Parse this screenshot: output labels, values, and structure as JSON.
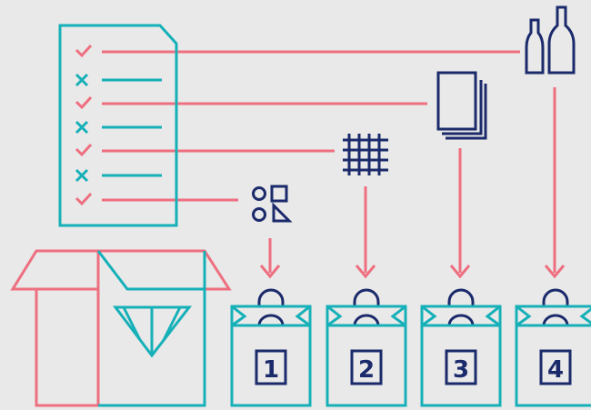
{
  "colors": {
    "background": "#e9e9e9",
    "teal": "#16b0b8",
    "pink": "#ee6f7f",
    "navy": "#1b2a6b"
  },
  "checklist": {
    "items": [
      {
        "status": "check",
        "icon": "check-icon"
      },
      {
        "status": "cross",
        "icon": "cross-icon"
      },
      {
        "status": "check",
        "icon": "check-icon"
      },
      {
        "status": "cross",
        "icon": "cross-icon"
      },
      {
        "status": "check",
        "icon": "check-icon"
      },
      {
        "status": "cross",
        "icon": "cross-icon"
      },
      {
        "status": "check",
        "icon": "check-icon"
      }
    ]
  },
  "categories": [
    {
      "icon": "shapes-icon"
    },
    {
      "icon": "textile-grid-icon"
    },
    {
      "icon": "paper-stack-icon"
    },
    {
      "icon": "bottles-icon"
    }
  ],
  "bins": [
    {
      "number": "1"
    },
    {
      "number": "2"
    },
    {
      "number": "3"
    },
    {
      "number": "4"
    }
  ],
  "box": {
    "icon": "open-box-icon",
    "logo": "w-logo-icon"
  }
}
